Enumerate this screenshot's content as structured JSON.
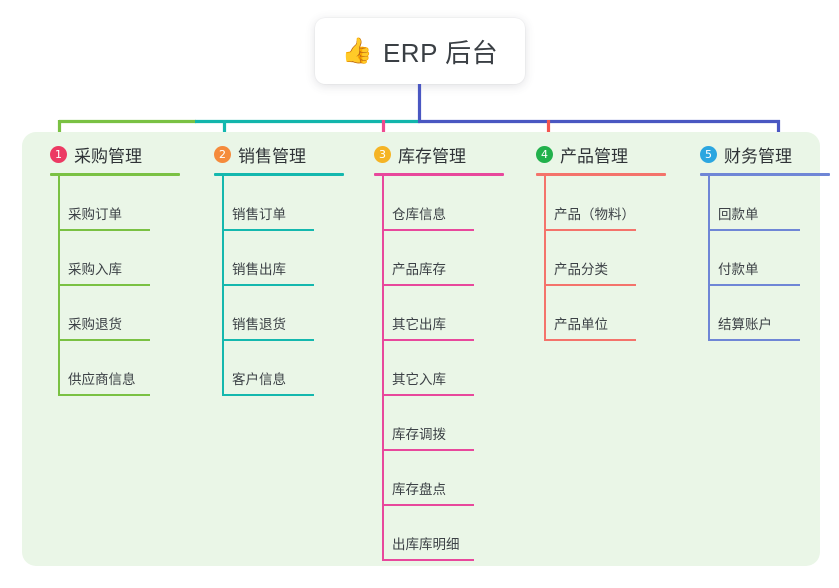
{
  "root": {
    "emoji_icon": "thumbs-up-icon",
    "emoji": "👍",
    "title": "ERP 后台"
  },
  "palette": {
    "canvas": "#ffffff",
    "panel_bg": "#eaf6e7",
    "card_bg": "#ffffff",
    "text": "#3c4146",
    "trunk": "#4a57c2",
    "bus_left": "#7ac143",
    "bus_mid": "#12b5ac",
    "bus_right": "#4a57c2"
  },
  "columns": [
    {
      "index": "1",
      "title": "采购管理",
      "badge_color": "#ec3a63",
      "line_color": "#7ac143",
      "drop_color": "#7ac143",
      "items": [
        {
          "label": "采购订单"
        },
        {
          "label": "采购入库"
        },
        {
          "label": "采购退货"
        },
        {
          "label": "供应商信息"
        }
      ]
    },
    {
      "index": "2",
      "title": "销售管理",
      "badge_color": "#f58b3c",
      "line_color": "#14b8ae",
      "drop_color": "#14b8ae",
      "items": [
        {
          "label": "销售订单"
        },
        {
          "label": "销售出库"
        },
        {
          "label": "销售退货"
        },
        {
          "label": "客户信息"
        }
      ]
    },
    {
      "index": "3",
      "title": "库存管理",
      "badge_color": "#f5b425",
      "line_color": "#e8489c",
      "drop_color": "#ef4b8f",
      "items": [
        {
          "label": "仓库信息"
        },
        {
          "label": "产品库存"
        },
        {
          "label": "其它出库"
        },
        {
          "label": "其它入库"
        },
        {
          "label": "库存调拨"
        },
        {
          "label": "库存盘点"
        },
        {
          "label": "出库库明细"
        }
      ]
    },
    {
      "index": "4",
      "title": "产品管理",
      "badge_color": "#22b14c",
      "line_color": "#f4736b",
      "drop_color": "#f4554f",
      "items": [
        {
          "label": "产品（物料）"
        },
        {
          "label": "产品分类"
        },
        {
          "label": "产品单位"
        }
      ]
    },
    {
      "index": "5",
      "title": "财务管理",
      "badge_color": "#2ba6e0",
      "line_color": "#6f86d6",
      "drop_color": "#4a57c2",
      "items": [
        {
          "label": "回款单"
        },
        {
          "label": "付款单"
        },
        {
          "label": "结算账户"
        }
      ]
    }
  ]
}
